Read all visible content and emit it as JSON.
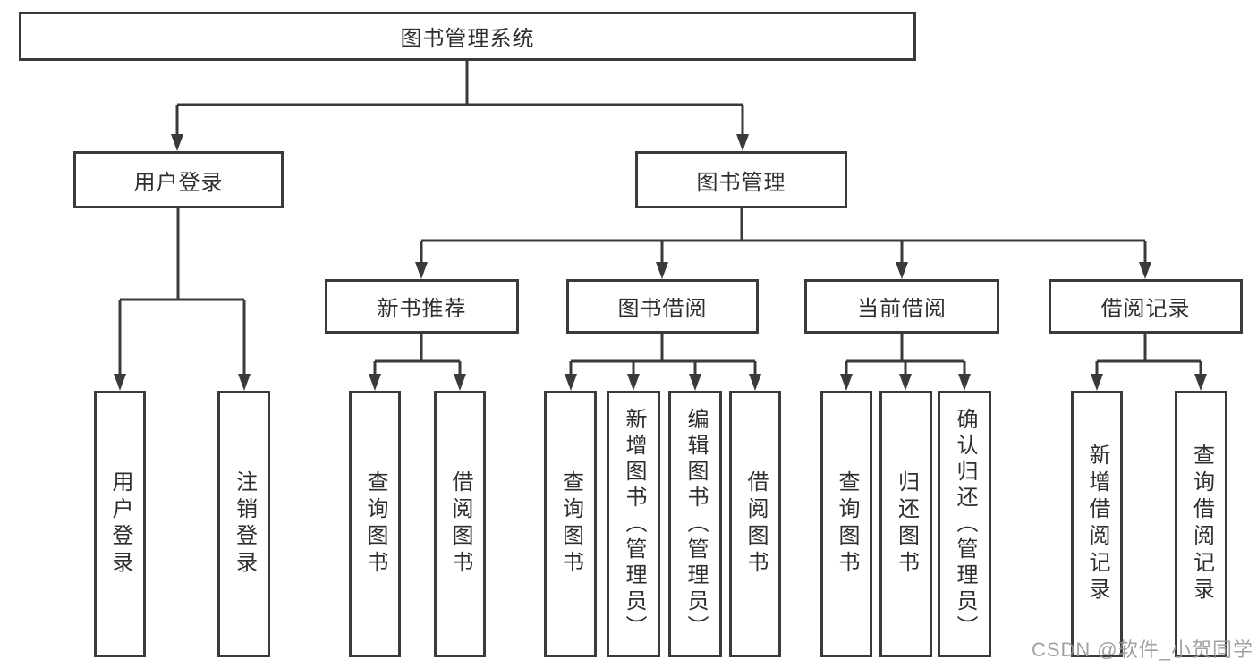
{
  "tree": {
    "root": {
      "label": "图书管理系统",
      "children": [
        {
          "label": "用户登录",
          "children": [
            {
              "label": "用户登录"
            },
            {
              "label": "注销登录"
            }
          ]
        },
        {
          "label": "图书管理",
          "children": [
            {
              "label": "新书推荐",
              "children": [
                {
                  "label": "查询图书"
                },
                {
                  "label": "借阅图书"
                }
              ]
            },
            {
              "label": "图书借阅",
              "children": [
                {
                  "label": "查询图书"
                },
                {
                  "label": "新增图书（管理员）"
                },
                {
                  "label": "编辑图书（管理员）"
                },
                {
                  "label": "借阅图书"
                }
              ]
            },
            {
              "label": "当前借阅",
              "children": [
                {
                  "label": "查询图书"
                },
                {
                  "label": "归还图书"
                },
                {
                  "label": "确认归还（管理员）"
                }
              ]
            },
            {
              "label": "借阅记录",
              "children": [
                {
                  "label": "新增借阅记录"
                },
                {
                  "label": "查询借阅记录"
                }
              ]
            }
          ]
        }
      ]
    }
  },
  "watermark": {
    "text": "CSDN @软件_小贺同学"
  },
  "colors": {
    "line": "#3a3a3a",
    "text": "#2e2e2e",
    "watermark": "#949494",
    "background": "#ffffff"
  }
}
